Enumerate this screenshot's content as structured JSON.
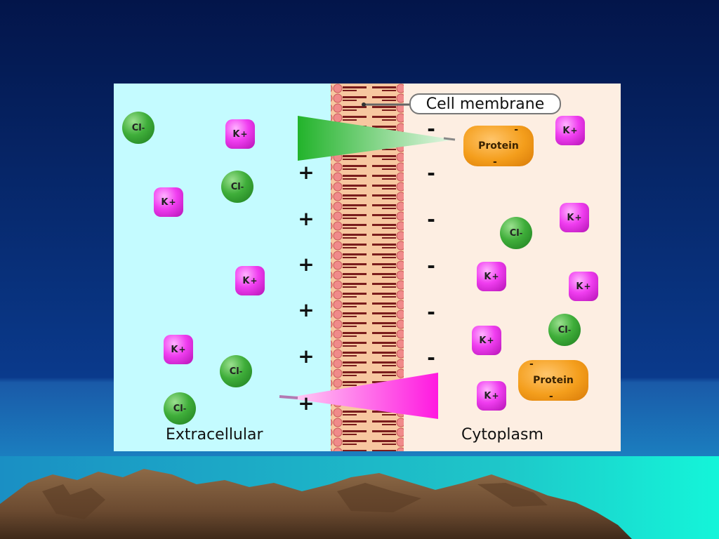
{
  "diagram": {
    "membrane_label": "Cell membrane",
    "extracellular_label": "Extracellular",
    "cytoplasm_label": "Cytoplasm",
    "protein_label": "Protein",
    "k_ion_label": "K",
    "k_ion_charge": "+",
    "cl_ion_label": "Cl",
    "cl_ion_charge": "-",
    "positive_sign": "+",
    "negative_sign": "-",
    "colors": {
      "extracellular": "#c4fbff",
      "cytoplasm": "#fdeee2",
      "k_ion": "#ee3aee",
      "cl_ion": "#3fae3a",
      "protein": "#f49e1c",
      "membrane_head": "#f08a8a",
      "membrane_tail": "#7a1c1c",
      "gradient_cl": "#33c23a",
      "gradient_k": "#ff2ee6"
    }
  }
}
